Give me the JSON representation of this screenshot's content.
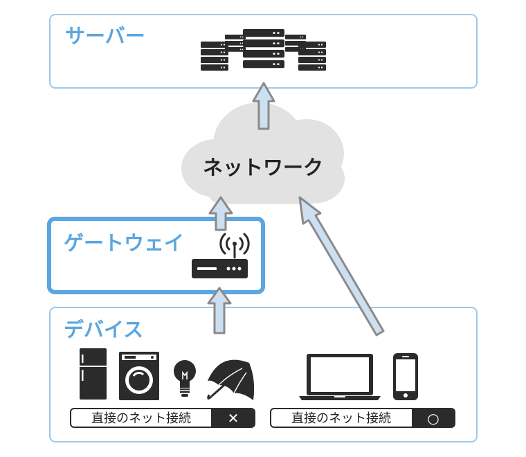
{
  "server": {
    "title": "サーバー"
  },
  "network": {
    "label": "ネットワーク"
  },
  "gateway": {
    "title": "ゲートウェイ"
  },
  "devices": {
    "title": "デバイス",
    "groups": [
      {
        "connection_label": "直接のネット接続",
        "status_mark": "✕"
      },
      {
        "connection_label": "直接のネット接続",
        "status_mark": "○"
      }
    ]
  },
  "colors": {
    "box_border": "#9ec8ea",
    "gateway_border": "#5aa6e0",
    "title": "#5aa6e0",
    "arrow_fill": "#cde0f2",
    "arrow_stroke": "#8a8a8a",
    "cloud": "#e2e2e2",
    "icon": "#2b2b2b"
  },
  "icons": [
    "server-rack-icon",
    "router-icon",
    "wifi-signal-icon",
    "refrigerator-icon",
    "washing-machine-icon",
    "light-bulb-icon",
    "umbrella-icon",
    "laptop-icon",
    "smartphone-icon"
  ]
}
